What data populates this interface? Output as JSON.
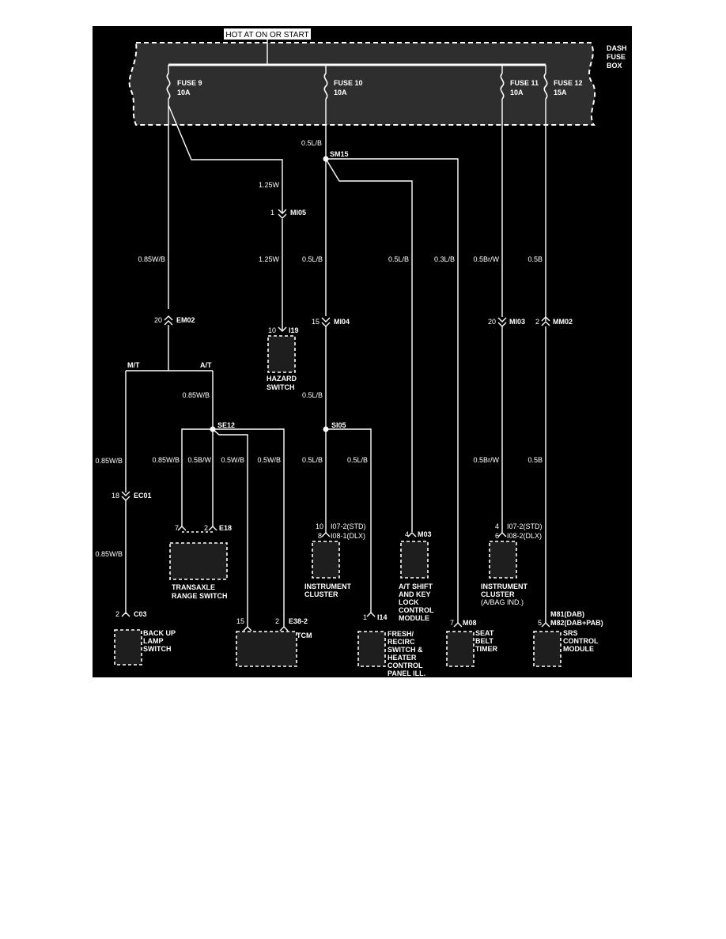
{
  "colors": {
    "background": "#000000",
    "lines": "#ffffff",
    "fuse_box_fill": "#2e2e2e"
  },
  "hot_label": "HOT AT ON OR START",
  "fuse_box_label": [
    "DASH",
    "FUSE",
    "BOX"
  ],
  "fuses": [
    {
      "name": "FUSE 9",
      "rating": "10A"
    },
    {
      "name": "FUSE 10",
      "rating": "10A"
    },
    {
      "name": "FUSE 11",
      "rating": "10A"
    },
    {
      "name": "FUSE 12",
      "rating": "15A"
    }
  ],
  "splices": [
    "SM15",
    "SE12",
    "SI05"
  ],
  "junction_labels": {
    "mt": "M/T",
    "at": "A/T"
  },
  "wires": {
    "w_fuse10_top": "0.5L/B",
    "w_hazard_upper": "1.25W",
    "w_hazard_lower": "1.25W",
    "w_fuse9": "0.85W/B",
    "w_fuse10_main": "0.5L/B",
    "w_atshift": "0.5L/B",
    "w_seatbelt": "0.3L/B",
    "w_fuse11": "0.5Br/W",
    "w_fuse12": "0.5B",
    "w_at_branch": "0.85W/B",
    "w_mi04_below": "0.5L/B",
    "w_mt_upper": "0.85W/B",
    "w_tr_left": "0.85W/B",
    "w_tr_right": "0.5B/W",
    "w_tcm_a": "0.5W/B",
    "w_tcm_b": "0.5W/B",
    "w_ic_std": "0.5L/B",
    "w_fresh": "0.5L/B",
    "w_fuse11_lower": "0.5Br/W",
    "w_fuse12_lower": "0.5B",
    "w_mt_lower": "0.85W/B"
  },
  "connectors": {
    "mi05": {
      "pin": "1",
      "name": "MI05"
    },
    "em02": {
      "pin": "20",
      "name": "EM02"
    },
    "i19": {
      "pin": "10",
      "name": "I19"
    },
    "mi04": {
      "pin": "15",
      "name": "MI04"
    },
    "mi03": {
      "pin": "20",
      "name": "MI03"
    },
    "mm02": {
      "pin": "2",
      "name": "MM02"
    },
    "ec01": {
      "pin": "18",
      "name": "EC01"
    },
    "e18": {
      "pin_a": "7",
      "pin_b": "2",
      "name": "E18"
    },
    "i07_2_std": {
      "pin": "10",
      "name": "I07-2(STD)"
    },
    "i08_1_dlx": {
      "pin": "8",
      "name": "I08-1(DLX)"
    },
    "m03": {
      "pin": "4",
      "name": "M03"
    },
    "i07_2_std_b": {
      "pin": "4",
      "name": "I07-2(STD)"
    },
    "i08_2_dlx": {
      "pin": "6",
      "name": "I08-2(DLX)"
    },
    "c03": {
      "pin": "2",
      "name": "C03"
    },
    "e38_2": {
      "pin_a": "15",
      "pin_b": "2",
      "name": "E38-2"
    },
    "i14": {
      "pin": "1",
      "name": "I14"
    },
    "m08": {
      "pin": "7",
      "name": "M08"
    },
    "m81": {
      "name": "M81(DAB)"
    },
    "m82": {
      "pin": "5",
      "name": "M82(DAB+PAB)"
    }
  },
  "components": {
    "hazard": [
      "HAZARD",
      "SWITCH"
    ],
    "transaxle": [
      "TRANSAXLE",
      "RANGE SWITCH"
    ],
    "ic": [
      "INSTRUMENT",
      "CLUSTER"
    ],
    "atshift": [
      "A/T SHIFT",
      "AND KEY",
      "LOCK",
      "CONTROL",
      "MODULE"
    ],
    "ic_abag": [
      "INSTRUMENT",
      "CLUSTER",
      "(A/BAG IND.)"
    ],
    "backup": [
      "BACK UP",
      "LAMP",
      "SWITCH"
    ],
    "tcm": [
      "TCM"
    ],
    "fresh": [
      "FRESH/",
      "RECIRC",
      "SWITCH &",
      "HEATER",
      "CONTROL",
      "PANEL ILL."
    ],
    "seatbelt": [
      "SEAT",
      "BELT",
      "TIMER"
    ],
    "srs": [
      "SRS",
      "CONTROL",
      "MODULE"
    ]
  }
}
